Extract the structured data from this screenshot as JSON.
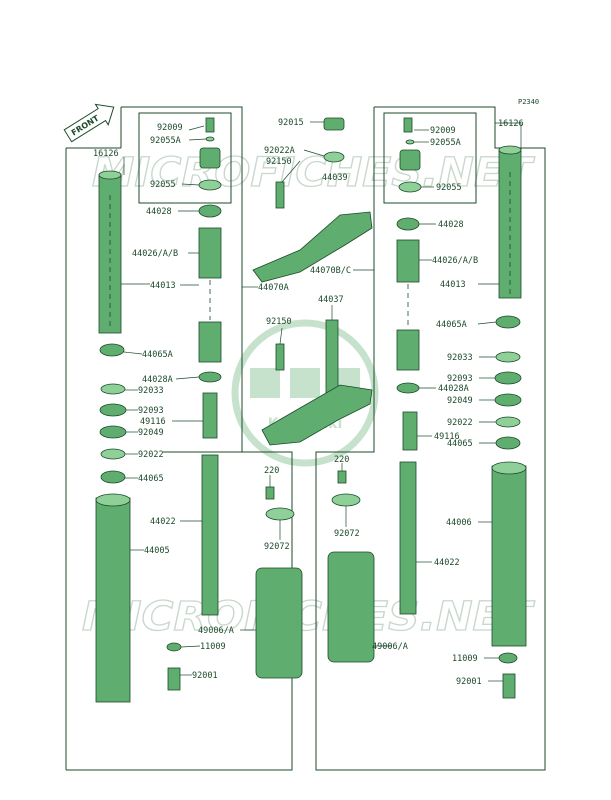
{
  "diagram": {
    "code": "P2340",
    "front_label": "FRONT",
    "watermark_text": "MICROFICHES.NET",
    "logo_text": "Kawasaki",
    "colors": {
      "ink": "#1c4a2a",
      "part": "#5fae6f",
      "part_light": "#8fcf98",
      "watermark": "#c9d8cc"
    }
  },
  "labels": {
    "l16126a": "16126",
    "l92009a": "92009",
    "l92055Aa": "92055A",
    "l92055a": "92055",
    "l44028a": "44028",
    "l44026a": "44026/A/B",
    "l44013a": "44013",
    "l44065Aa": "44065A",
    "l44028Aa": "44028A",
    "l92033a": "92033",
    "l92093a": "92093",
    "l49116a": "49116",
    "l92049a": "92049",
    "l92022a": "92022",
    "l44065a": "44065",
    "l44022a": "44022",
    "l44005": "44005",
    "l49006a": "49006/A",
    "l11009a": "11009",
    "l92001a": "92001",
    "l220a": "220",
    "l92072a": "92072",
    "l44070A": "44070A",
    "l92015": "92015",
    "l92022A": "92022A",
    "l92150a": "92150",
    "l44039": "44039",
    "l44070BC": "44070B/C",
    "l44037": "44037",
    "l92150b": "92150",
    "l220b": "220",
    "l92072b": "92072",
    "l49006b": "49006/A",
    "l92009b": "92009",
    "l92055Ab": "92055A",
    "l16126b": "16126",
    "l92055b": "92055",
    "l44028b": "44028",
    "l44026b": "44026/A/B",
    "l44013b": "44013",
    "l44065Ab": "44065A",
    "l92033b": "92033",
    "l92093b": "92093",
    "l44028Ab": "44028A",
    "l92049b": "92049",
    "l92022b": "92022",
    "l49116b": "49116",
    "l44065b": "44065",
    "l44006": "44006",
    "l44022b": "44022",
    "l11009b": "11009",
    "l92001b": "92001"
  }
}
